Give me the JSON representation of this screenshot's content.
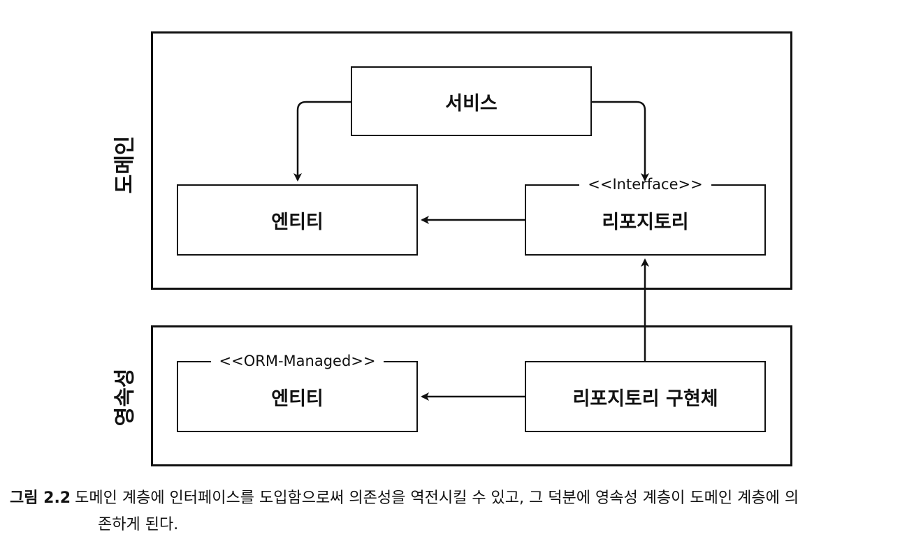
{
  "layers": {
    "domain": {
      "label": "도메인"
    },
    "persistence": {
      "label": "영속성"
    }
  },
  "boxes": {
    "service": {
      "label": "서비스"
    },
    "domain_entity": {
      "label": "엔티티"
    },
    "repository": {
      "label": "리포지토리",
      "stereotype": "<<Interface>>"
    },
    "orm_entity": {
      "label": "엔티티",
      "stereotype": "<<ORM-Managed>>"
    },
    "repository_impl": {
      "label": "리포지토리 구현체"
    }
  },
  "caption": {
    "number": "그림 2.2",
    "line1": "도메인 계층에 인터페이스를 도입함으로써 의존성을 역전시킬 수 있고, 그 덕분에 영속성 계층이 도메인 계층에 의",
    "line2": "존하게 된다."
  }
}
